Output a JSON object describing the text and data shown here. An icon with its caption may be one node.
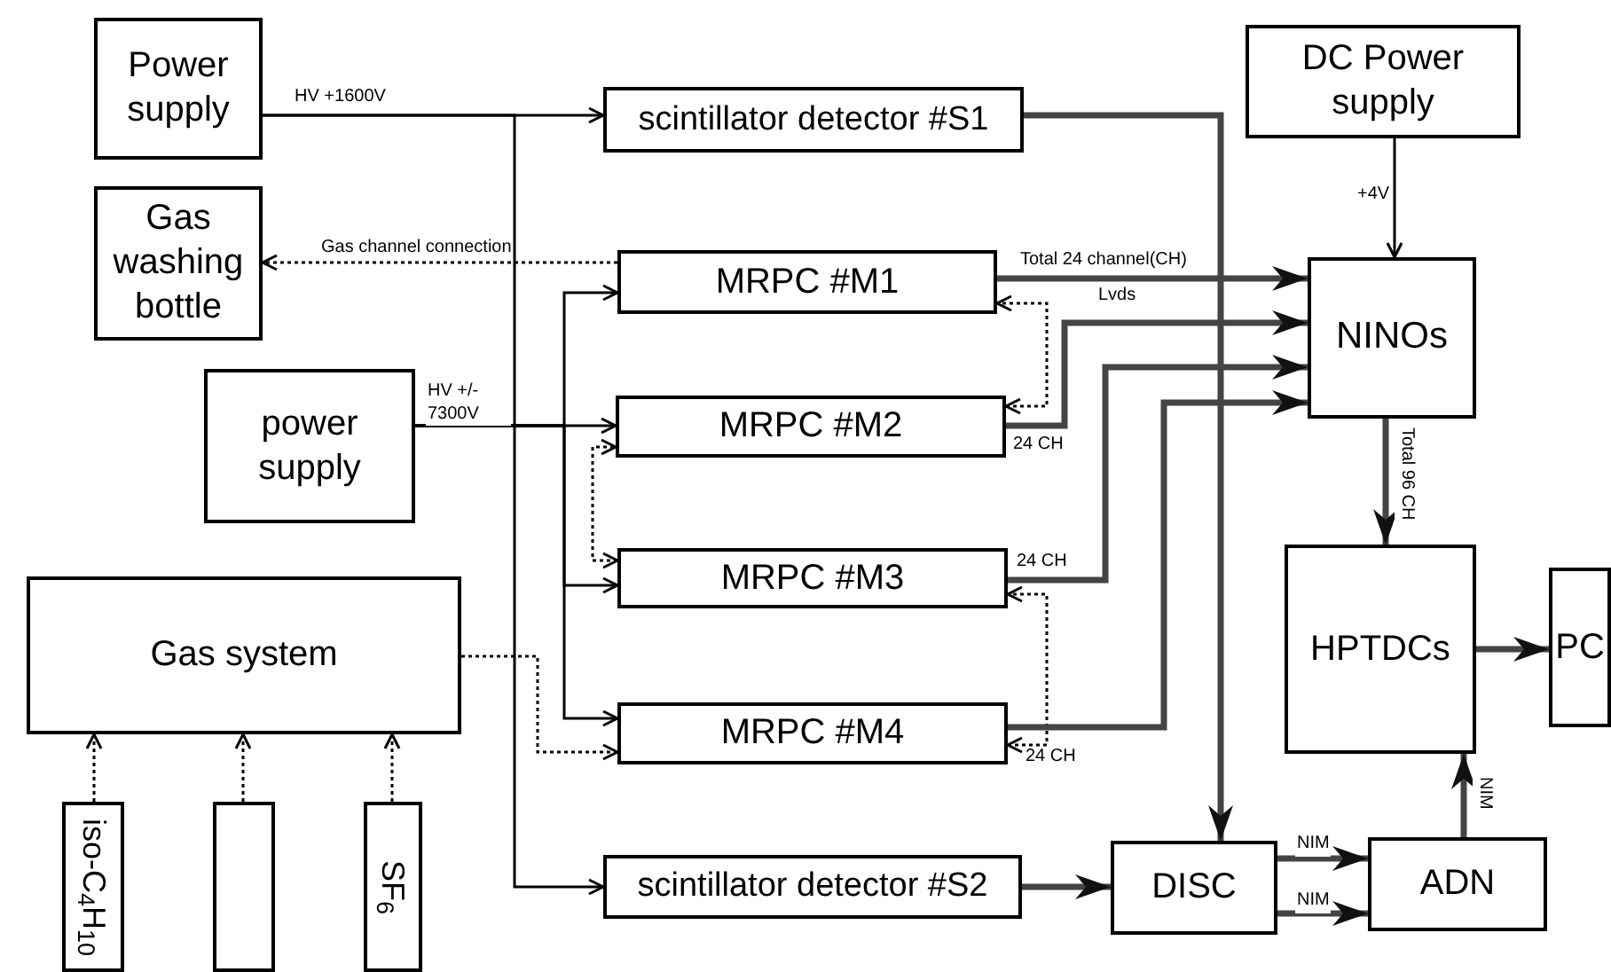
{
  "diagram": {
    "nodes": [
      {
        "text": [
          "Power supply"
        ]
      },
      {
        "text": [
          "Gas washing bottle"
        ]
      },
      {
        "text": [
          "power supply"
        ]
      },
      {
        "text": [
          "Gas system"
        ]
      },
      {
        "text": [
          "scintillator detector #S1"
        ]
      },
      {
        "text": [
          "MRPC #M1"
        ]
      },
      {
        "text": [
          "MRPC #M2"
        ]
      },
      {
        "text": [
          "MRPC #M3"
        ]
      },
      {
        "text": [
          "MRPC #M4"
        ]
      },
      {
        "text": [
          "scintillator detector #S2"
        ]
      },
      {
        "text": [
          "iso-C$_{4}$H$_{10}$"
        ]
      },
      {
        "text": [],
        "shape": "box"
      },
      {
        "text": [
          "SF$_{6}$"
        ]
      },
      {
        "text": [
          "DC Power supply"
        ]
      },
      {
        "text": [
          "NINOs"
        ]
      },
      {
        "text": [
          "HPTDCs"
        ]
      },
      {
        "text": [
          "PC"
        ]
      },
      {
        "text": [
          "DISC"
        ]
      },
      {
        "text": [
          "ADN"
        ]
      }
    ],
    "edges": [
      {
        "from": 0,
        "to": 4,
        "arrow": "to",
        "label": "HV +1600V"
      },
      {
        "from": 0,
        "to": 9,
        "arrow": "to"
      },
      {
        "from": 5,
        "to": 1,
        "arrow": "to",
        "label": "Gas channel connection",
        "style": "dashed"
      },
      {
        "from": 2,
        "to": 6,
        "arrow": "to",
        "label": "HV +/- 7300V"
      },
      {
        "from": 2,
        "to": 5,
        "arrow": "to"
      },
      {
        "from": 2,
        "to": 7,
        "arrow": "to"
      },
      {
        "from": 2,
        "to": 8,
        "arrow": "to"
      },
      {
        "from": 3,
        "to": 8,
        "arrow": "to",
        "style": "dashed"
      },
      {
        "from": 7,
        "to": 6,
        "arrow": "both",
        "style": "dashed"
      },
      {
        "from": 8,
        "to": 7,
        "arrow": "both",
        "style": "dashed"
      },
      {
        "from": 6,
        "to": 5,
        "arrow": "both",
        "style": "dashed"
      },
      {
        "from": 5,
        "to": 14,
        "arrow": "to",
        "label": "Total 24 channel(CH)",
        "style": "thick"
      },
      {
        "from": 6,
        "to": 14,
        "arrow": "to",
        "label": "24 CH",
        "style": "thick"
      },
      {
        "from": 7,
        "to": 14,
        "arrow": "to",
        "label": "24 CH",
        "style": "thick"
      },
      {
        "from": 8,
        "to": 14,
        "arrow": "to",
        "label": "24 CH",
        "style": "thick"
      },
      {
        "from": 4,
        "to": 17,
        "arrow": "to",
        "style": "thick"
      },
      {
        "from": 9,
        "to": 17,
        "arrow": "to",
        "style": "thick"
      },
      {
        "from": 13,
        "to": 14,
        "arrow": "to",
        "label": "+4V"
      },
      {
        "from": 14,
        "to": 15,
        "arrow": "to",
        "label": "Total 96 CH",
        "style": "thick"
      },
      {
        "from": 15,
        "to": 16,
        "arrow": "to",
        "style": "thick"
      },
      {
        "from": 17,
        "to": 18,
        "arrow": "to",
        "label": "NIM",
        "style": "thick"
      },
      {
        "from": 17,
        "to": 18,
        "arrow": "to",
        "label": "NIM",
        "style": "thick"
      },
      {
        "from": 18,
        "to": 15,
        "arrow": "to",
        "label": "NIM",
        "style": "thick"
      },
      {
        "from": 10,
        "to": 3,
        "arrow": "to",
        "style": "dashed"
      },
      {
        "from": 11,
        "to": 3,
        "arrow": "to",
        "style": "dashed"
      },
      {
        "from": 12,
        "to": 3,
        "arrow": "to",
        "style": "dashed"
      }
    ],
    "labels": [
      "Lvds"
    ]
  }
}
